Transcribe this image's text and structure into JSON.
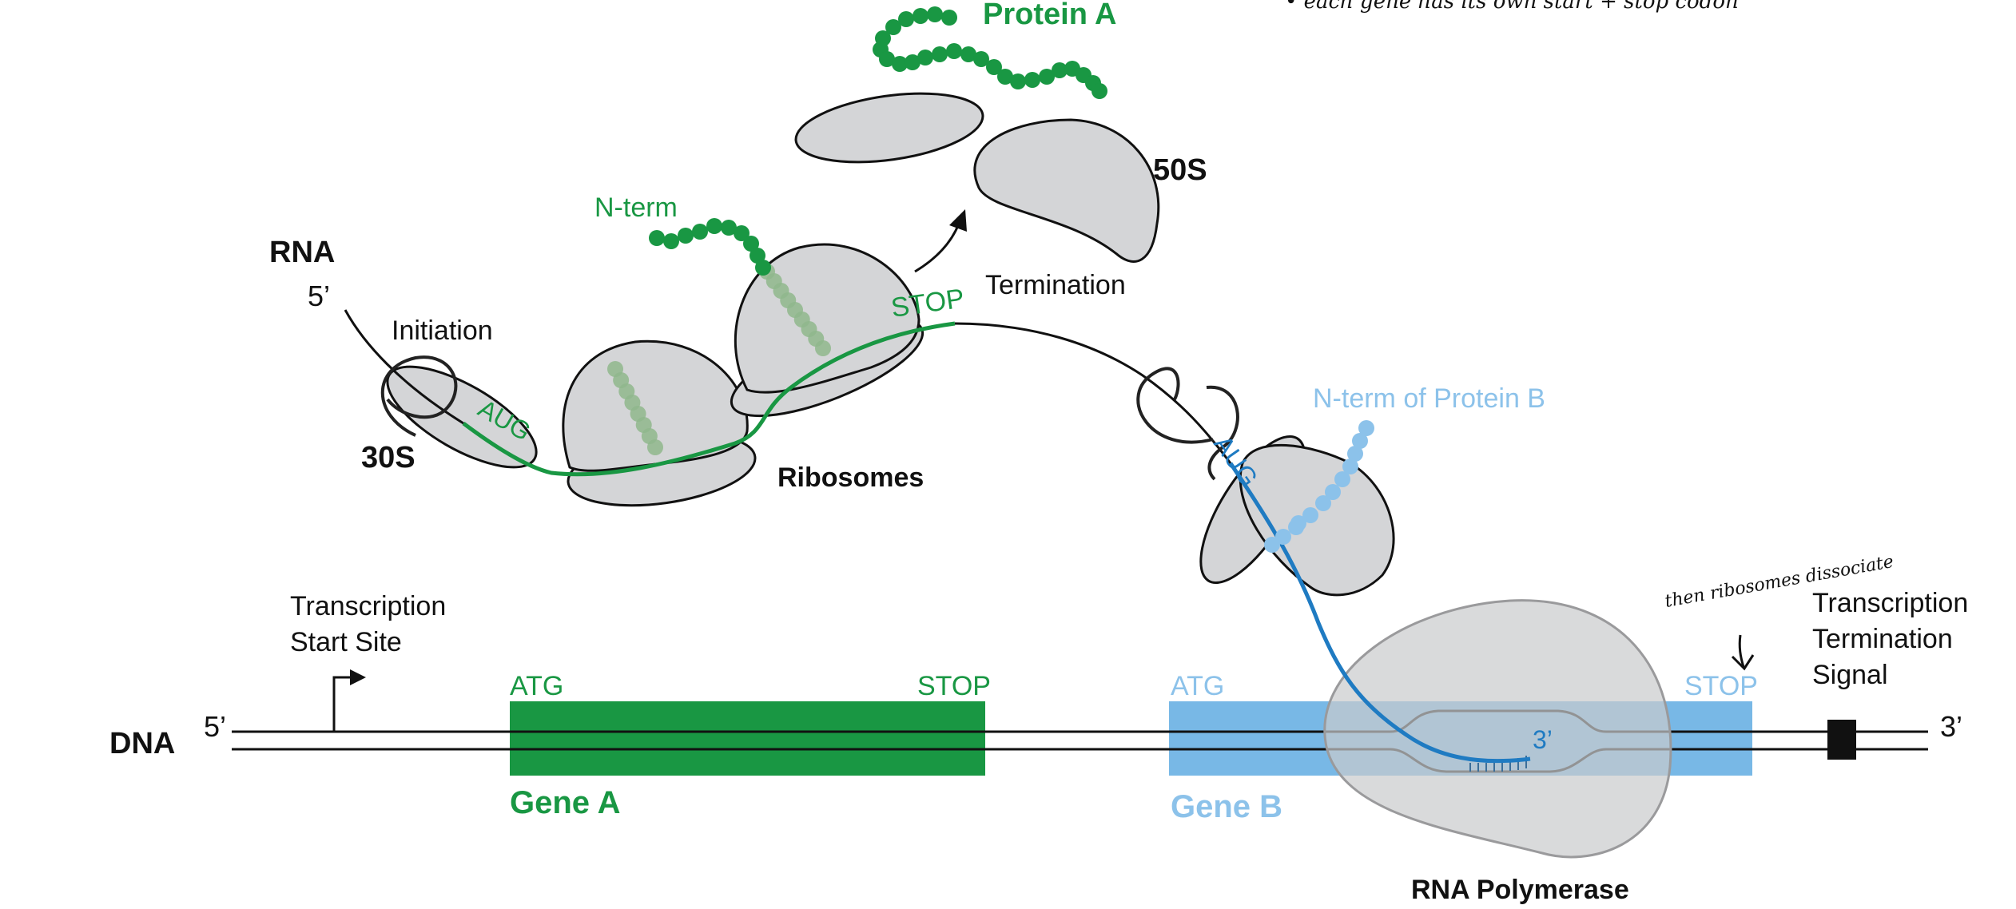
{
  "colors": {
    "gene_a": "#199743",
    "gene_b": "#78b8e6",
    "protein_b": "#8cc2ea",
    "rna_b": "#1f7bc2",
    "ribosome_fill": "#d4d5d7",
    "polymerase_fill": "#c9cacc",
    "ink": "#111111"
  },
  "labels": {
    "dna": "DNA",
    "dna_5prime": "5’",
    "dna_3prime": "3’",
    "tss_line1": "Transcription",
    "tss_line2": "Start Site",
    "gene_a_start": "ATG",
    "gene_a_stop": "STOP",
    "gene_a": "Gene A",
    "gene_b_start": "ATG",
    "gene_b_stop": "STOP",
    "gene_b": "Gene B",
    "tts_line1": "Transcription",
    "tts_line2": "Termination",
    "tts_line3": "Signal",
    "rna_polymerase": "RNA Polymerase",
    "rna_3prime": "3’",
    "rna": "RNA",
    "rna_5prime": "5’",
    "initiation": "Initiation",
    "small_subunit": "30S",
    "aug_a": "AUG",
    "ribosomes": "Ribosomes",
    "n_term": "N-term",
    "stop_a": "STOP",
    "termination": "Termination",
    "large_subunit": "50S",
    "protein_a": "Protein A",
    "aug_b": "AUG",
    "n_term_b": "N-term of Protein B"
  },
  "handwritten": {
    "top_note": "• each gene has its own start + stop codon",
    "side_note": "then ribosomes dissociate"
  }
}
